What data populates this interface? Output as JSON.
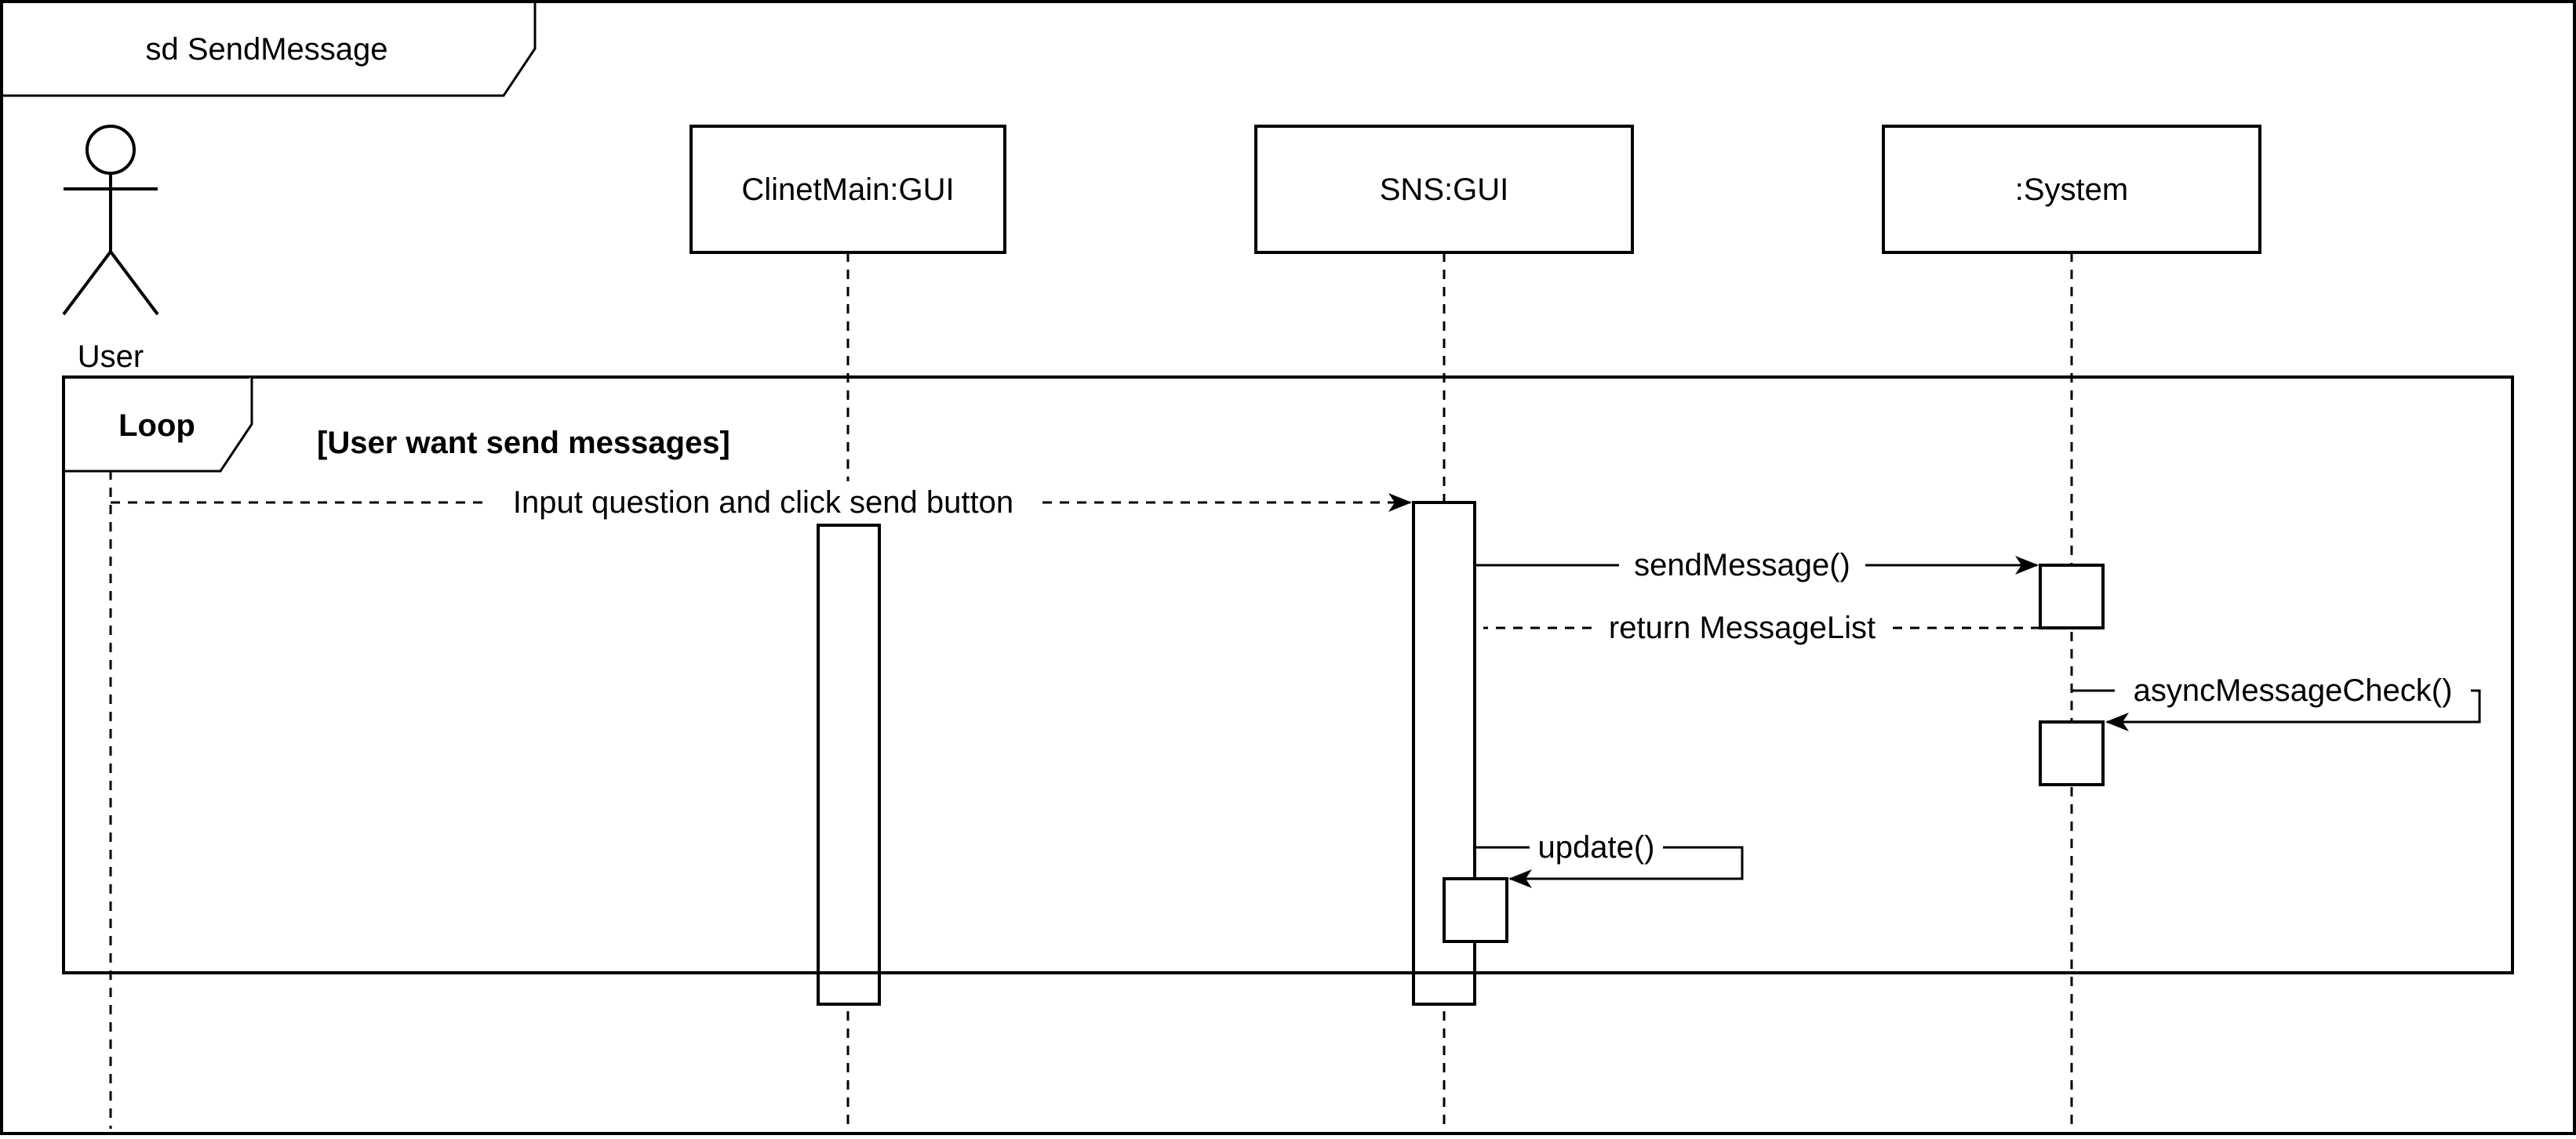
{
  "frame": {
    "title": "sd SendMessage"
  },
  "actor": {
    "name": "User"
  },
  "lifelines": [
    {
      "id": "clinetmain",
      "label": "ClinetMain:GUI"
    },
    {
      "id": "sns",
      "label": "SNS:GUI"
    },
    {
      "id": "system",
      "label": ":System"
    }
  ],
  "loop": {
    "operator": "Loop",
    "guard": "[User want send messages]"
  },
  "messages": [
    {
      "id": "input",
      "label": "Input question and click send button",
      "style": "dashed",
      "from": "User",
      "to": "SNS:GUI"
    },
    {
      "id": "send",
      "label": "sendMessage()",
      "style": "solid",
      "from": "SNS:GUI",
      "to": ":System"
    },
    {
      "id": "return",
      "label": "return MessageList",
      "style": "dashed",
      "from": ":System",
      "to": "SNS:GUI"
    },
    {
      "id": "async",
      "label": "asyncMessageCheck()",
      "style": "solid",
      "from": ":System",
      "to": ":System"
    },
    {
      "id": "update",
      "label": "update()",
      "style": "solid",
      "from": "SNS:GUI",
      "to": "SNS:GUI"
    }
  ]
}
